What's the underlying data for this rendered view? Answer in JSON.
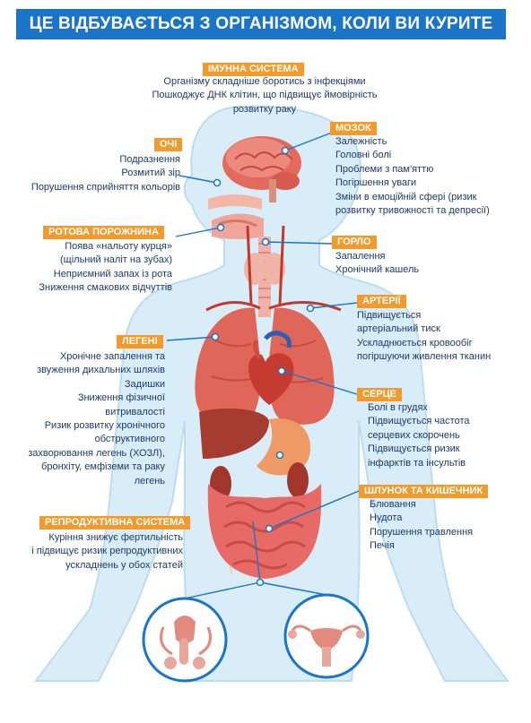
{
  "title": "ЦЕ ВІДБУВАЄТЬСЯ З ОРГАНІЗМОМ, КОЛИ ВИ КУРИТЕ",
  "colors": {
    "banner": "#1a75c9",
    "badge": "#f39a2a",
    "text": "#1b3a6b",
    "body_fill": "#d9edf8",
    "leader_line": "#1a75c9"
  },
  "sections": {
    "immune": {
      "title": "ІМУННА СИСТЕМА",
      "lines": [
        "Організму складніше боротись з інфекціями",
        "Пошкоджує ДНК клітин, що підвищує ймовірність",
        "розвитку раку"
      ]
    },
    "eyes": {
      "title": "ОЧІ",
      "lines": [
        "Подразнення",
        "Розмитий зір",
        "Порушення сприйняття кольорів"
      ]
    },
    "brain": {
      "title": "МОЗОК",
      "lines": [
        "Залежність",
        "Головні болі",
        "Проблеми з пам'яттю",
        "Погіршення уваги",
        "Зміни в емоційній сфері (ризик",
        "розвитку тривожності та депресії)"
      ]
    },
    "mouth": {
      "title": "РОТОВА ПОРОЖНИНА",
      "lines": [
        "Поява «нальоту курця»",
        "(щільний наліт на зубах)",
        "Неприємний запах із рота",
        "Зниження смакових відчуттів"
      ]
    },
    "throat": {
      "title": "ГОРЛО",
      "lines": [
        "Запалення",
        "Хронічний кашель"
      ]
    },
    "arteries": {
      "title": "АРТЕРІЇ",
      "lines": [
        "Підвищується",
        "артеріальний тиск",
        "Ускладнюється кровообіг",
        "погіршуючи живлення тканин"
      ]
    },
    "lungs": {
      "title": "ЛЕГЕНІ",
      "lines": [
        "Хронічне запалення та",
        "звуження дихальних шляхів",
        "Задишки",
        "Зниження фізичної",
        "витривалості",
        "Ризик розвитку хронічного",
        "обструктивного",
        "захворювання легень (ХОЗЛ),",
        "бронхіту, емфіземи та раку",
        "легень"
      ]
    },
    "heart": {
      "title": "СЕРЦЕ",
      "lines": [
        "Болі в грудях",
        "Підвищується частота",
        "серцевих скорочень",
        "Підвищується ризик",
        "інфарктів та інсультів"
      ]
    },
    "stomach": {
      "title": "ШЛУНОК ТА КИШЕЧНИК",
      "lines": [
        "Блювання",
        "Нудота",
        "Порушення травлення",
        "Печія"
      ]
    },
    "reproductive": {
      "title": "РЕПРОДУКТИВНА СИСТЕМА",
      "lines": [
        "Куріння знижує фертильність",
        "і підвищує ризик репродуктивних",
        "ускладнень у обох статей"
      ]
    }
  }
}
